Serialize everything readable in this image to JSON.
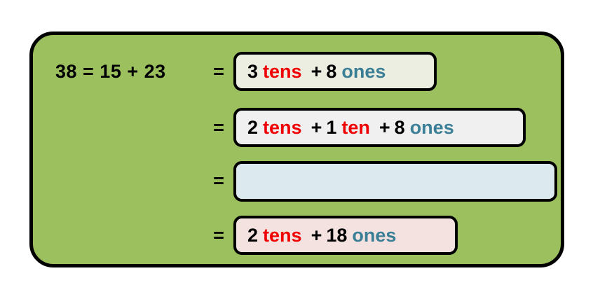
{
  "colors": {
    "panel_bg": "#9cc05e",
    "outline": "#000000",
    "tens_red": "#f00000",
    "ones_teal": "#3a7f96",
    "box1_bg": "#eceee2",
    "box2_bg": "#f0f0f0",
    "box3_bg": "#dce9ef",
    "box4_bg": "#f4e2e1",
    "page_bg": "#ffffff"
  },
  "lead": {
    "expression": "38 = 15 + 23"
  },
  "equals_sign": "=",
  "plus_sign": "+",
  "rows": [
    {
      "equals": "=",
      "box_id": "box-1",
      "empty": false,
      "tokens": [
        {
          "text": "3",
          "kind": "num"
        },
        {
          "text": "tens",
          "kind": "tens"
        },
        {
          "text": "+",
          "kind": "plus"
        },
        {
          "text": "8",
          "kind": "num"
        },
        {
          "text": "ones",
          "kind": "ones"
        }
      ],
      "plain_text": "3 tens + 8 ones"
    },
    {
      "equals": "=",
      "box_id": "box-2",
      "empty": false,
      "tokens": [
        {
          "text": "2",
          "kind": "num"
        },
        {
          "text": "tens",
          "kind": "tens"
        },
        {
          "text": "+",
          "kind": "plus"
        },
        {
          "text": "1",
          "kind": "num"
        },
        {
          "text": "ten",
          "kind": "tens"
        },
        {
          "text": "+",
          "kind": "plus"
        },
        {
          "text": "8",
          "kind": "num"
        },
        {
          "text": "ones",
          "kind": "ones"
        }
      ],
      "plain_text": "2 tens + 1 ten + 8 ones"
    },
    {
      "equals": "=",
      "box_id": "box-3",
      "empty": true,
      "tokens": [],
      "plain_text": ""
    },
    {
      "equals": "=",
      "box_id": "box-4",
      "empty": false,
      "tokens": [
        {
          "text": "2",
          "kind": "num"
        },
        {
          "text": "tens",
          "kind": "tens"
        },
        {
          "text": "+",
          "kind": "plus"
        },
        {
          "text": "18",
          "kind": "num"
        },
        {
          "text": "ones",
          "kind": "ones"
        }
      ],
      "plain_text": "2 tens + 18 ones"
    }
  ]
}
